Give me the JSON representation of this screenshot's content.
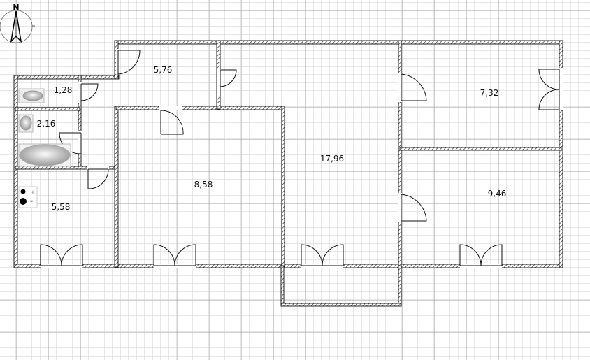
{
  "compass": {
    "label": "N",
    "icon": "compass-north-icon"
  },
  "rooms": [
    {
      "id": "toilet",
      "area": "1,28"
    },
    {
      "id": "bathroom",
      "area": "2,16"
    },
    {
      "id": "kitchen",
      "area": "5,58"
    },
    {
      "id": "hall",
      "area": "5,76"
    },
    {
      "id": "room-a",
      "area": "8,58"
    },
    {
      "id": "living-room",
      "area": "17,96"
    },
    {
      "id": "room-b",
      "area": "7,32"
    },
    {
      "id": "room-c",
      "area": "9,46"
    }
  ],
  "colors": {
    "grid_minor": "#c8c8c8",
    "grid_major": "#999999",
    "wall": "#222222"
  }
}
